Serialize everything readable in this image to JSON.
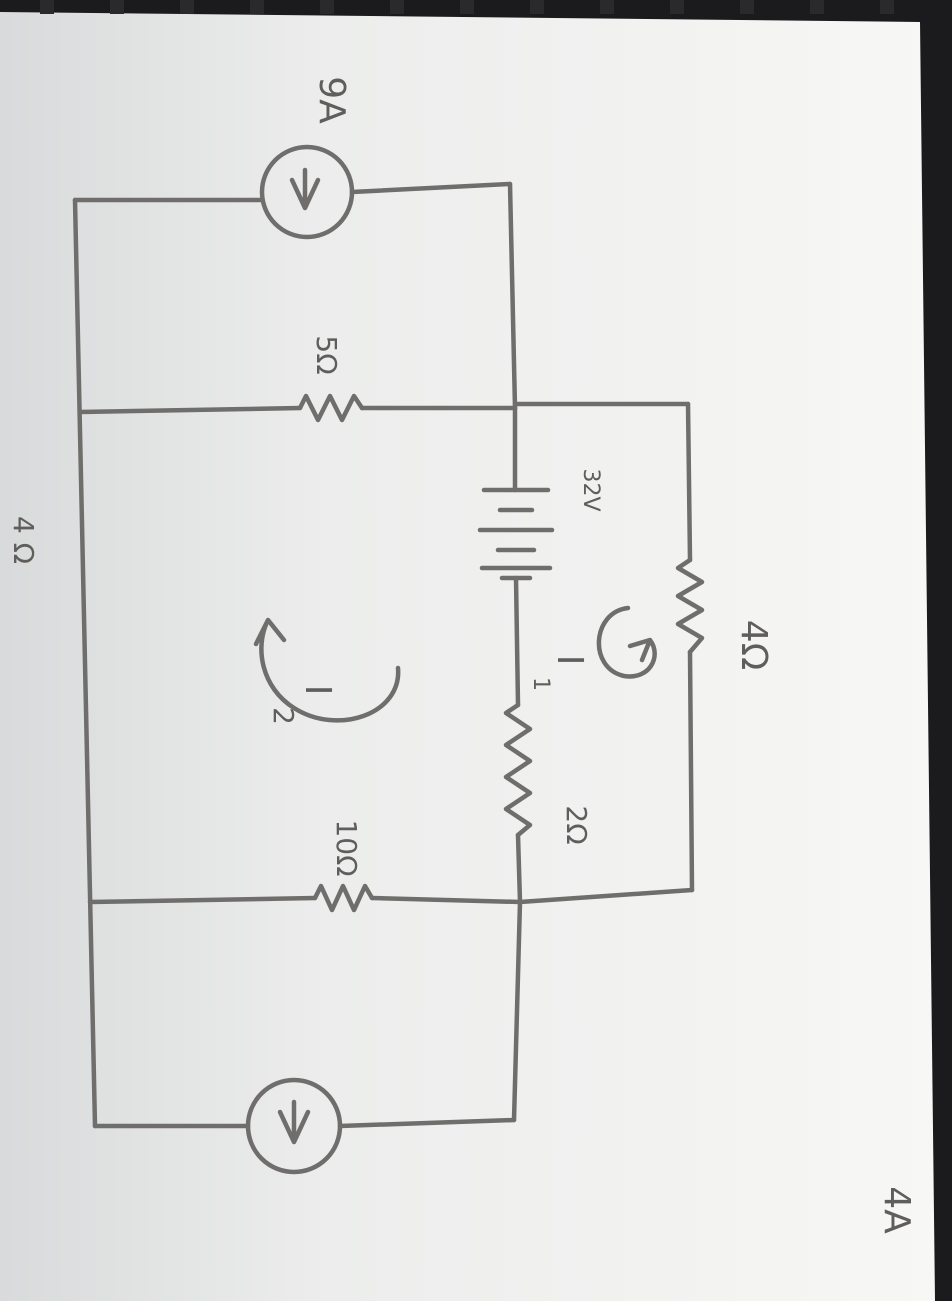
{
  "labels": {
    "source_left": "9A",
    "source_right": "4A",
    "r_5": "5Ω",
    "r_10": "10Ω",
    "r_4": "4Ω",
    "r_2": "2Ω",
    "battery": "32V",
    "loop_1_symbol": "I",
    "loop_1_sub": "1",
    "loop_2_symbol": "I",
    "loop_2_sub": "2",
    "cut_off_text": "4 Ω"
  },
  "colors": {
    "paper": "#f1f1ef",
    "pencil": "#6f6e6c",
    "background": "#1b1a1d"
  }
}
